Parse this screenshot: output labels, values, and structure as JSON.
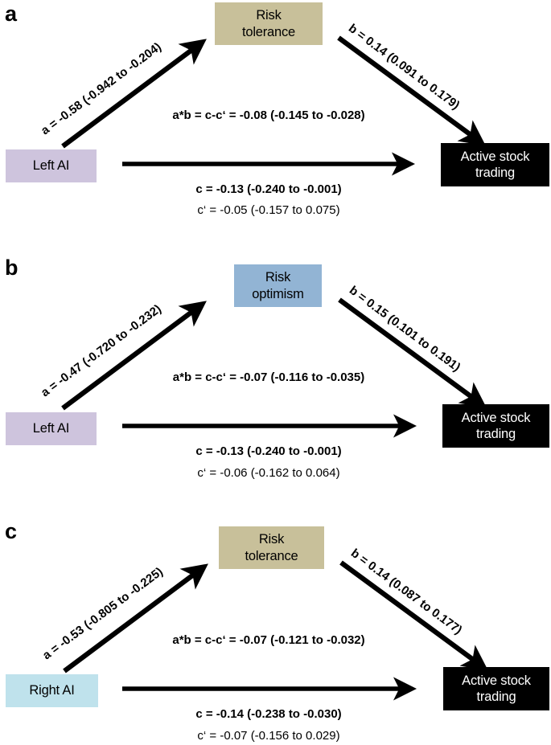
{
  "figure": {
    "type": "mediation-path-diagram",
    "panel_count": 3,
    "background": "#ffffff"
  },
  "colors": {
    "risk_tolerance_box": "#c8c09a",
    "risk_optimism_box": "#92b4d4",
    "left_ai_box": "#cec4dd",
    "right_ai_box": "#bfe2ec",
    "active_stock_trading_box": "#000000",
    "arrow": "#000000",
    "text": "#000000",
    "outcome_text": "#ffffff"
  },
  "panels": [
    {
      "label": "a",
      "predictor": {
        "text": "Left AI",
        "fill": "#cec4dd"
      },
      "mediator": {
        "line1": "Risk",
        "line2": "tolerance",
        "fill": "#c8c09a"
      },
      "outcome": {
        "line1": "Active stock",
        "line2": "trading",
        "fill": "#000000"
      },
      "path_a": "a = -0.58 (-0.942 to -0.204)",
      "path_b": "b = 0.14 (0.091 to 0.179)",
      "indirect": "a*b = c-c‘ = -0.08 (-0.145 to -0.028)",
      "path_c": "c = -0.13 (-0.240 to -0.001)",
      "path_c_prime": "c‘ = -0.05 (-0.157 to  0.075)"
    },
    {
      "label": "b",
      "predictor": {
        "text": "Left AI",
        "fill": "#cec4dd"
      },
      "mediator": {
        "line1": "Risk",
        "line2": "optimism",
        "fill": "#92b4d4"
      },
      "outcome": {
        "line1": "Active stock",
        "line2": "trading",
        "fill": "#000000"
      },
      "path_a": "a = -0.47 (-0.720 to -0.232)",
      "path_b": "b = 0.15 (0.101 to 0.191)",
      "indirect": "a*b = c-c‘ = -0.07 (-0.116 to -0.035)",
      "path_c": "c = -0.13 (-0.240 to -0.001)",
      "path_c_prime": "c‘ = -0.06 (-0.162 to  0.064)"
    },
    {
      "label": "c",
      "predictor": {
        "text": "Right AI",
        "fill": "#bfe2ec"
      },
      "mediator": {
        "line1": "Risk",
        "line2": "tolerance",
        "fill": "#c8c09a"
      },
      "outcome": {
        "line1": "Active stock",
        "line2": "trading",
        "fill": "#000000"
      },
      "path_a": "a = -0.53 (-0.805 to -0.225)",
      "path_b": "b = 0.14 (0.087 to 0.177)",
      "indirect": "a*b = c-c‘ = -0.07 (-0.121 to -0.032)",
      "path_c": "c = -0.14 (-0.238 to -0.030)",
      "path_c_prime": "c‘ = -0.07 (-0.156 to  0.029)"
    }
  ],
  "chart_data": {
    "type": "diagram",
    "title": "",
    "models": [
      {
        "panel": "a",
        "predictor": "Left AI",
        "mediator": "Risk tolerance",
        "outcome": "Active stock trading",
        "a": {
          "estimate": -0.58,
          "ci_low": -0.942,
          "ci_high": -0.204
        },
        "b": {
          "estimate": 0.14,
          "ci_low": 0.091,
          "ci_high": 0.179
        },
        "indirect_ab": {
          "estimate": -0.08,
          "ci_low": -0.145,
          "ci_high": -0.028
        },
        "c": {
          "estimate": -0.13,
          "ci_low": -0.24,
          "ci_high": -0.001
        },
        "c_prime": {
          "estimate": -0.05,
          "ci_low": -0.157,
          "ci_high": 0.075
        }
      },
      {
        "panel": "b",
        "predictor": "Left AI",
        "mediator": "Risk optimism",
        "outcome": "Active stock trading",
        "a": {
          "estimate": -0.47,
          "ci_low": -0.72,
          "ci_high": -0.232
        },
        "b": {
          "estimate": 0.15,
          "ci_low": 0.101,
          "ci_high": 0.191
        },
        "indirect_ab": {
          "estimate": -0.07,
          "ci_low": -0.116,
          "ci_high": -0.035
        },
        "c": {
          "estimate": -0.13,
          "ci_low": -0.24,
          "ci_high": -0.001
        },
        "c_prime": {
          "estimate": -0.06,
          "ci_low": -0.162,
          "ci_high": 0.064
        }
      },
      {
        "panel": "c",
        "predictor": "Right AI",
        "mediator": "Risk tolerance",
        "outcome": "Active stock trading",
        "a": {
          "estimate": -0.53,
          "ci_low": -0.805,
          "ci_high": -0.225
        },
        "b": {
          "estimate": 0.14,
          "ci_low": 0.087,
          "ci_high": 0.177
        },
        "indirect_ab": {
          "estimate": -0.07,
          "ci_low": -0.121,
          "ci_high": -0.032
        },
        "c": {
          "estimate": -0.14,
          "ci_low": -0.238,
          "ci_high": -0.03
        },
        "c_prime": {
          "estimate": -0.07,
          "ci_low": -0.156,
          "ci_high": 0.029
        }
      }
    ]
  }
}
